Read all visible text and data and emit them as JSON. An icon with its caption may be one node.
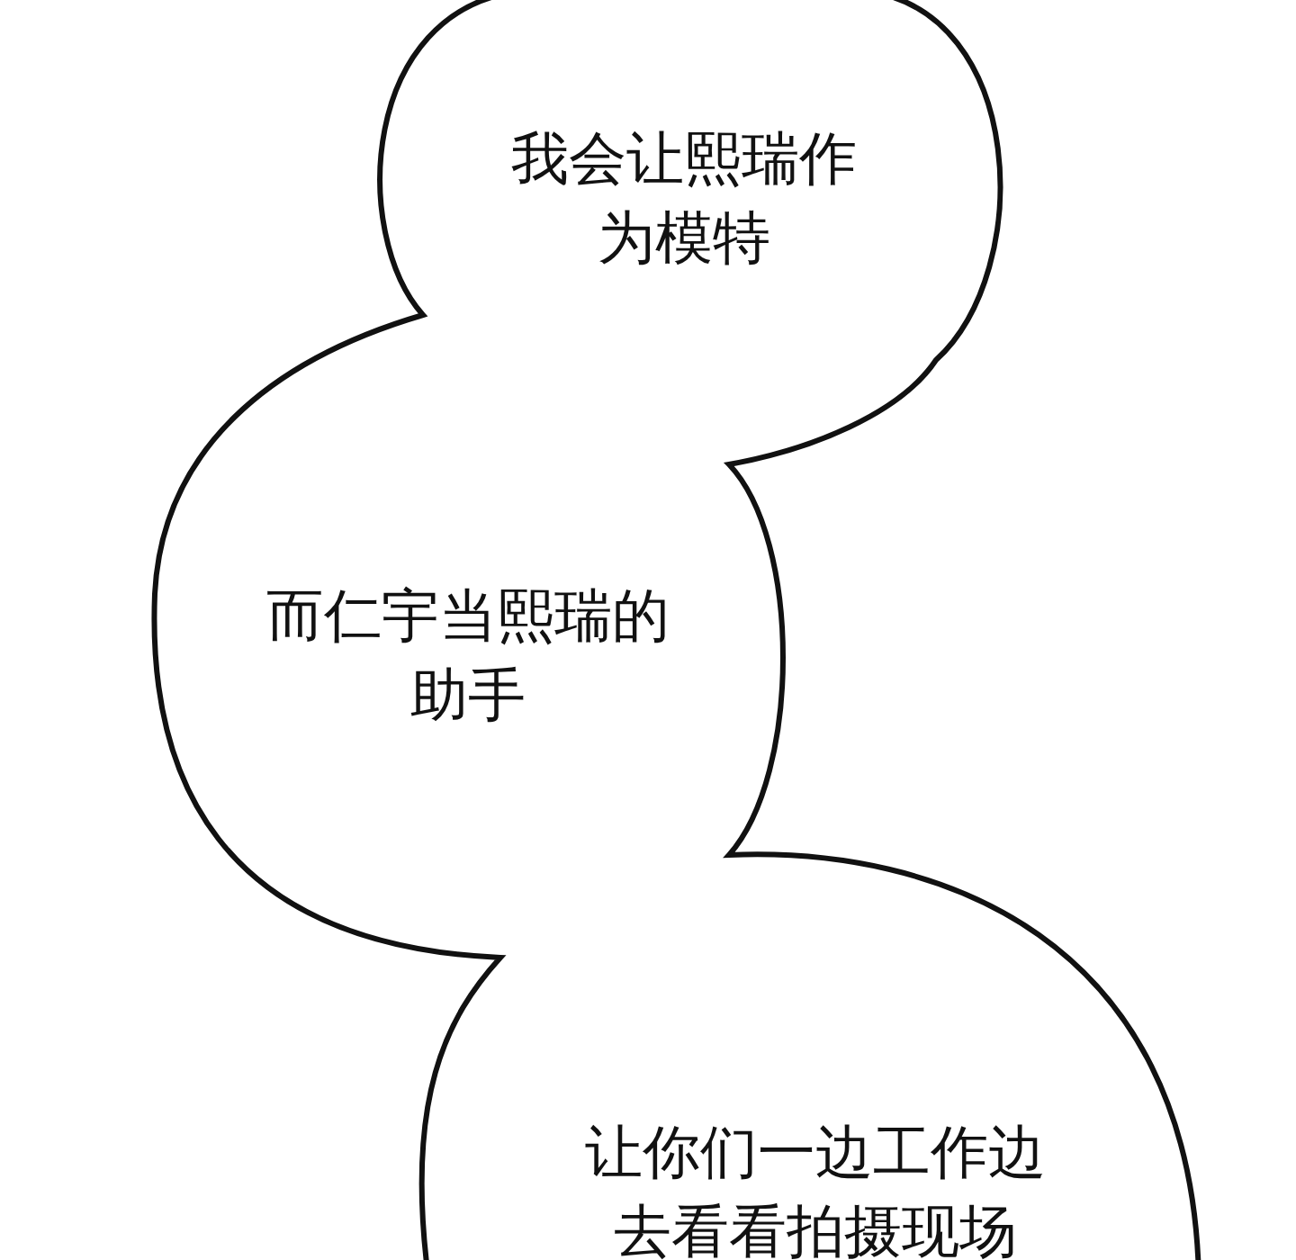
{
  "diagram": {
    "nodes": [
      {
        "text": [
          "我会让熙瑞作为模特",
          "而仁宇当熙瑞的助手",
          "让你们一边工作边去看看拍摄现场"
        ]
      }
    ]
  }
}
